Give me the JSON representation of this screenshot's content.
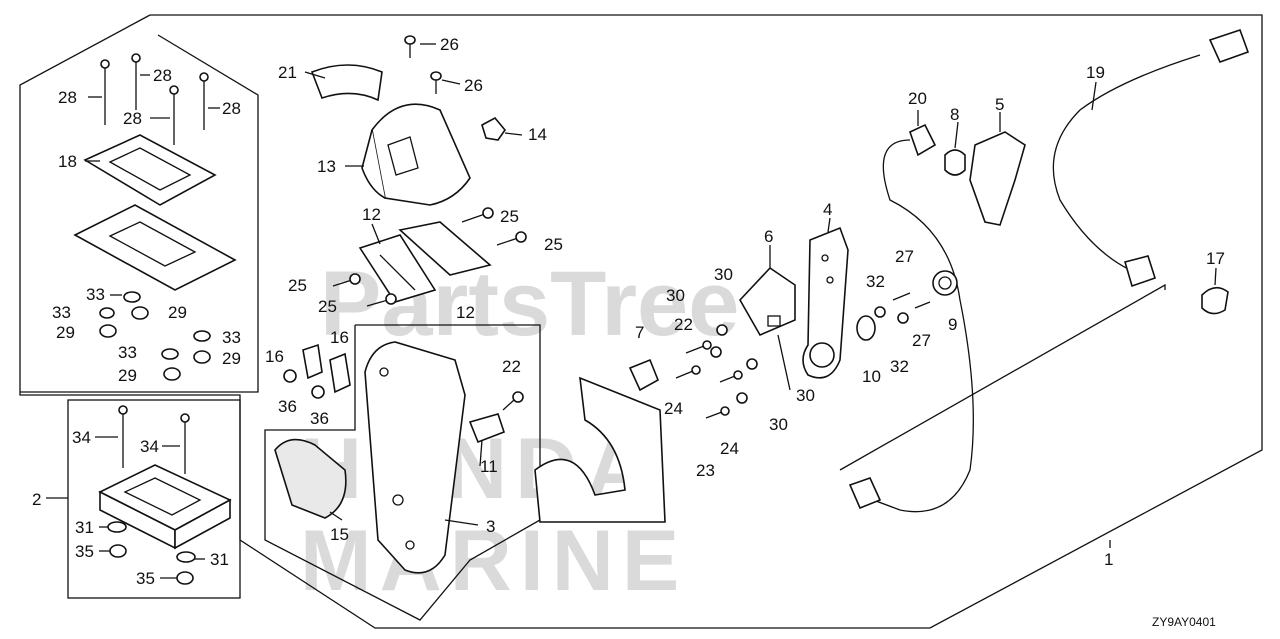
{
  "diagram_code": "ZY9AY0401",
  "watermarks": [
    "PartsTree",
    "HONDA",
    "MARINE"
  ],
  "callouts": [
    "1",
    "2",
    "3",
    "4",
    "5",
    "7",
    "8",
    "9",
    "10",
    "11",
    "12",
    "12",
    "13",
    "14",
    "15",
    "16",
    "16",
    "17",
    "18",
    "19",
    "20",
    "21",
    "22",
    "22",
    "23",
    "24",
    "24",
    "25",
    "25",
    "25",
    "25",
    "26",
    "26",
    "27",
    "27",
    "28",
    "28",
    "28",
    "28",
    "29",
    "29",
    "29",
    "29",
    "30",
    "30",
    "30",
    "30",
    "31",
    "31",
    "32",
    "32",
    "33",
    "33",
    "33",
    "33",
    "34",
    "34",
    "35",
    "35",
    "36",
    "36",
    "6"
  ]
}
